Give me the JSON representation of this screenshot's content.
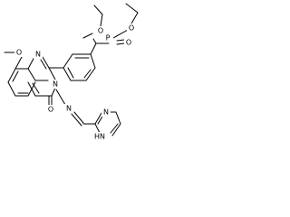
{
  "structure": {
    "atoms": {
      "phosphorus": "P",
      "phosphonate_oxo": "O",
      "ester_oxygen_upper": "O",
      "ester_oxygen_lower": "O",
      "methoxy_oxygen": "O",
      "methoxy_label": "O",
      "quinazoline_n1": "N",
      "quinazoline_n3": "N",
      "carbonyl_oxygen": "O",
      "imine_nitrogen": "N",
      "imidazole_n3": "N",
      "imidazole_nh": "HN"
    }
  }
}
